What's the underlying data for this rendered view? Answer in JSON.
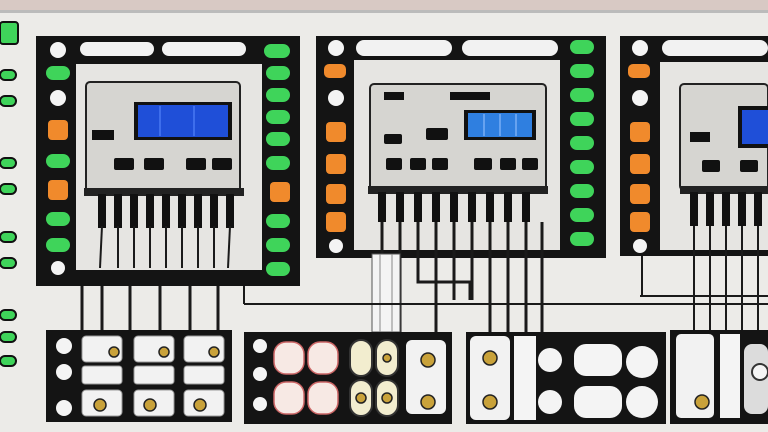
{
  "scene": {
    "title": "",
    "palette": {
      "background": "#ecebe8",
      "panel_frame": "#141414",
      "module_body": "#d9d8d4",
      "screen_blue": "#1f4fd8",
      "screen_light": "#2f7fe0",
      "led_green": "#3fd45a",
      "led_orange": "#f08a2c",
      "led_white": "#f4f4f4",
      "brass": "#c9a23a",
      "wire": "#1a1a1a"
    },
    "modules": [
      {
        "id": "module-1",
        "screen_color": "screen_blue"
      },
      {
        "id": "module-2",
        "screen_color": "screen_light"
      },
      {
        "id": "module-3",
        "screen_color": "screen_blue"
      }
    ]
  }
}
